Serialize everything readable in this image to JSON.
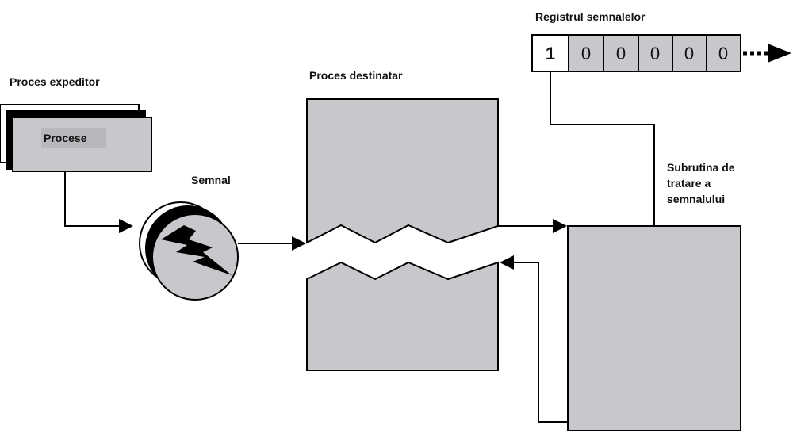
{
  "labels": {
    "sender_process": "Proces expeditor",
    "processes": "Procese",
    "signal": "Semnal",
    "destination_process": "Proces destinatar",
    "signal_register": "Registrul semnalelor",
    "handler_line1": "Subrutina de",
    "handler_line2": "tratare a",
    "handler_line3": "semnalului"
  },
  "register_cells": [
    "1",
    "0",
    "0",
    "0",
    "0",
    "0"
  ],
  "colors": {
    "box_fill": "#c8c8cc",
    "stroke": "#000000",
    "first_cell_fill": "#ffffff"
  },
  "icons": {
    "signal": "lightning-bolt-icon",
    "continuation": "dotted-arrow-icon"
  }
}
